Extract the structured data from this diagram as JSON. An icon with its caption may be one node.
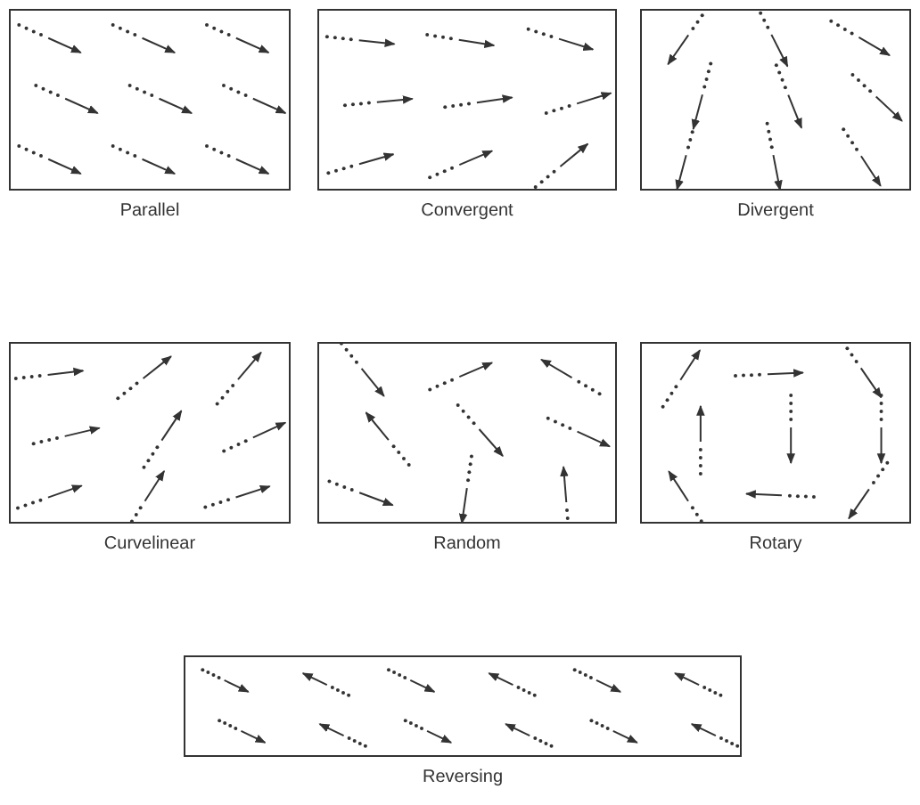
{
  "diagram": {
    "nodes": [
      {
        "text": [
          "Parallel"
        ]
      },
      {
        "text": [
          "Convergent"
        ]
      },
      {
        "text": [
          "Divergent"
        ]
      },
      {
        "text": [
          "Curvelinear"
        ]
      },
      {
        "text": [
          "Random"
        ]
      },
      {
        "text": [
          "Rotary"
        ]
      },
      {
        "text": [
          "Reversing"
        ]
      }
    ]
  }
}
